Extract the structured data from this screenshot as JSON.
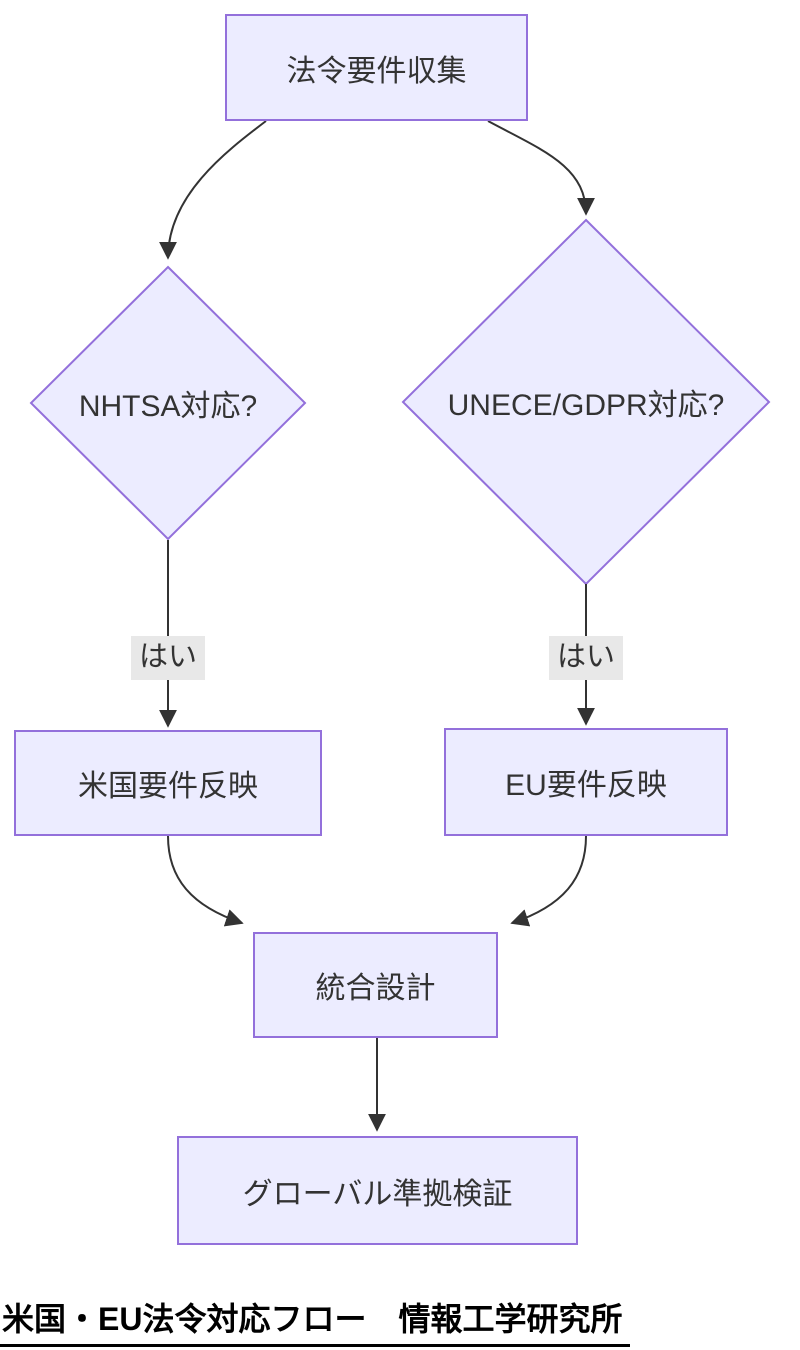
{
  "diagram": {
    "nodes": {
      "collect": {
        "label": "法令要件収集"
      },
      "nhtsa_decision": {
        "label": "NHTSA対応?"
      },
      "unece_decision": {
        "label": "UNECE/GDPR対応?"
      },
      "us_requirements": {
        "label": "米国要件反映"
      },
      "eu_requirements": {
        "label": "EU要件反映"
      },
      "integrated_design": {
        "label": "統合設計"
      },
      "global_verification": {
        "label": "グローバル準拠検証"
      }
    },
    "edge_labels": {
      "nhtsa_yes": "はい",
      "unece_yes": "はい"
    },
    "caption": "米国・EU法令対応フロー　情報工学研究所",
    "colors": {
      "node_fill": "#ECECFF",
      "node_border": "#9370DB",
      "edge_line": "#333333",
      "node_text": "#333333",
      "edge_label_bg": "#e8e8e8",
      "caption_text": "#000000"
    }
  }
}
